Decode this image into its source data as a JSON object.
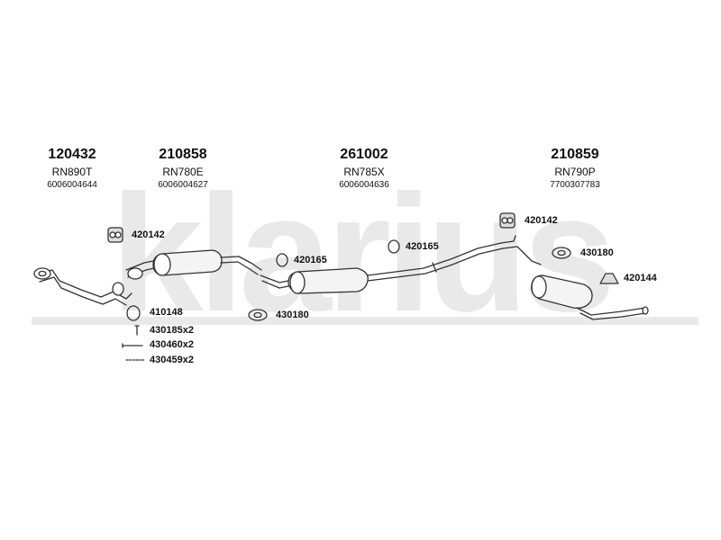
{
  "watermark": "klarius",
  "groups": [
    {
      "part_number": "120432",
      "code": "RN890T",
      "oem": "6006004644"
    },
    {
      "part_number": "210858",
      "code": "RN780E",
      "oem": "6006004627"
    },
    {
      "part_number": "261002",
      "code": "RN785X",
      "oem": "6006004636"
    },
    {
      "part_number": "210859",
      "code": "RN790P",
      "oem": "7700307783"
    }
  ],
  "fittings": {
    "f1": "420142",
    "f2": "420165",
    "f3": "420165",
    "f4": "420142",
    "f5": "430180",
    "f6": "420144",
    "f7": "410148",
    "f8": "430180",
    "f9": "430185x2",
    "f10": "430460x2",
    "f11": "430459x2"
  }
}
